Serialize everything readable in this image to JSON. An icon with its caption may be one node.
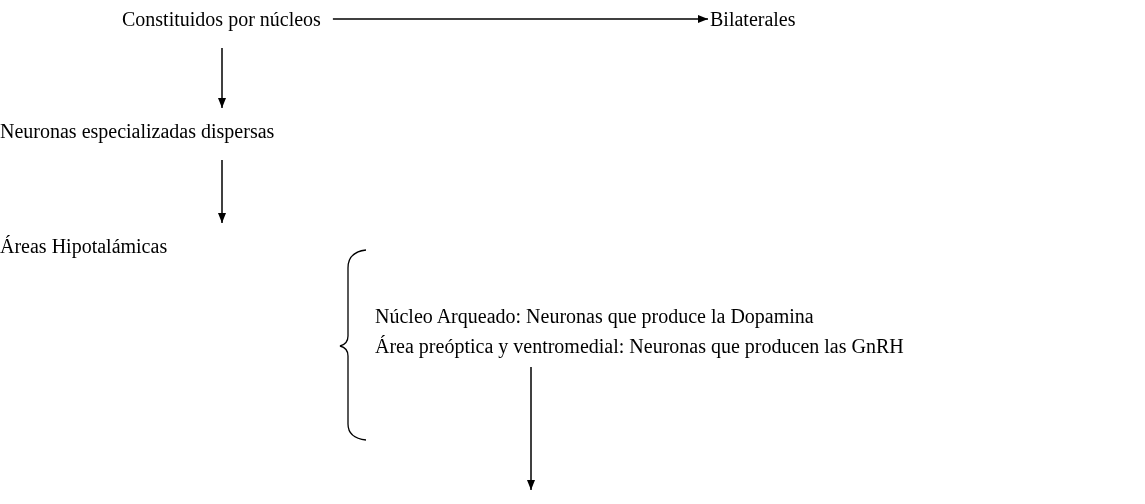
{
  "diagram": {
    "nodes": [
      {
        "text": [
          "Constituidos por núcleos"
        ]
      },
      {
        "text": [
          "Bilaterales"
        ]
      },
      {
        "text": [
          "Neuronas especializadas dispersas"
        ]
      },
      {
        "text": [
          "Áreas Hipotalámicas"
        ]
      },
      {
        "text": [
          "Núcleo Arqueado: Neuronas que produce la Dopamina"
        ]
      },
      {
        "text": [
          "Área preóptica y ventromedial: Neuronas que producen las GnRH"
        ]
      }
    ],
    "edges": [
      {
        "from": 0,
        "to": 1,
        "arrow": "to"
      },
      {
        "from": 0,
        "to": 2,
        "arrow": "to"
      },
      {
        "from": 2,
        "to": 3,
        "arrow": "to"
      },
      {
        "from": 5,
        "to": null,
        "arrow": "to"
      }
    ]
  }
}
